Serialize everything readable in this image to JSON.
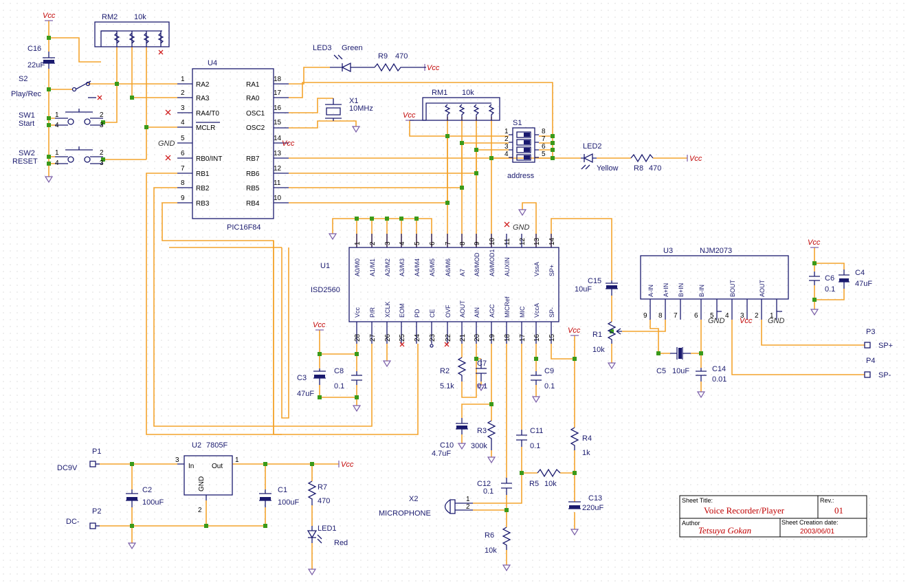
{
  "labels": {
    "vcc": "Vcc",
    "gnd": "GND",
    "rm2": {
      "ref": "RM2",
      "value": "10k"
    },
    "rm1": {
      "ref": "RM1",
      "value": "10k"
    },
    "c16": {
      "ref": "C16",
      "value": "22uF"
    },
    "s2": {
      "ref": "S2",
      "value": "Play/Rec"
    },
    "sw1": {
      "ref": "SW1",
      "value": "Start"
    },
    "sw2": {
      "ref": "SW2",
      "value": "RESET"
    },
    "led3": {
      "ref": "LED3",
      "value": "Green"
    },
    "r9": {
      "ref": "R9",
      "value": "470"
    },
    "x1": {
      "ref": "X1",
      "value": "10MHz"
    },
    "s1": {
      "ref": "S1",
      "value": "address"
    },
    "led2": {
      "ref": "LED2",
      "value": "Yellow"
    },
    "r8": {
      "ref": "R8",
      "value": "470"
    },
    "u4": {
      "ref": "U4",
      "value": "PIC16F84"
    },
    "u1": {
      "ref": "U1",
      "value": "ISD2560"
    },
    "u3": {
      "ref": "U3",
      "value": "NJM2073"
    },
    "u2": {
      "ref": "U2",
      "value": "7805F"
    },
    "c15": {
      "ref": "C15",
      "value": "10uF"
    },
    "r1": {
      "ref": "R1",
      "value": "10k"
    },
    "c5": {
      "ref": "C5",
      "value": "10uF"
    },
    "c14": {
      "ref": "C14",
      "value": "0.01"
    },
    "c6": {
      "ref": "C6",
      "value": "0.1"
    },
    "c4": {
      "ref": "C4",
      "value": "47uF"
    },
    "p3": {
      "ref": "P3",
      "value": "SP+"
    },
    "p4": {
      "ref": "P4",
      "value": "SP-"
    },
    "c3": {
      "ref": "C3",
      "value": "47uF"
    },
    "c8": {
      "ref": "C8",
      "value": "0.1"
    },
    "r2": {
      "ref": "R2",
      "value": "5.1k"
    },
    "c7": {
      "ref": "C7",
      "value": "0.1"
    },
    "c9": {
      "ref": "C9",
      "value": "0.1"
    },
    "c10": {
      "ref": "C10",
      "value": "4.7uF"
    },
    "r3": {
      "ref": "R3",
      "value": "300k"
    },
    "c11": {
      "ref": "C11",
      "value": "0.1"
    },
    "r4": {
      "ref": "R4",
      "value": "1k"
    },
    "c12": {
      "ref": "C12",
      "value": "0.1"
    },
    "r5": {
      "ref": "R5",
      "value": "10k"
    },
    "c13": {
      "ref": "C13",
      "value": "220uF"
    },
    "x2": {
      "ref": "X2",
      "value": "MICROPHONE"
    },
    "r6": {
      "ref": "R6",
      "value": "10k"
    },
    "p1": {
      "ref": "P1",
      "value": "DC9V"
    },
    "p2": {
      "ref": "P2",
      "value": "DC-"
    },
    "c2": {
      "ref": "C2",
      "value": "100uF"
    },
    "c1": {
      "ref": "C1",
      "value": "100uF"
    },
    "r7": {
      "ref": "R7",
      "value": "470"
    },
    "led1": {
      "ref": "LED1",
      "value": "Red"
    }
  },
  "u4_pins_left": [
    {
      "num": "1",
      "name": "RA2"
    },
    {
      "num": "2",
      "name": "RA3"
    },
    {
      "num": "3",
      "name": "RA4/T0"
    },
    {
      "num": "4",
      "name": "MCLR"
    },
    {
      "num": "5",
      "name": ""
    },
    {
      "num": "6",
      "name": "RB0/INT"
    },
    {
      "num": "7",
      "name": "RB1"
    },
    {
      "num": "8",
      "name": "RB2"
    },
    {
      "num": "9",
      "name": "RB3"
    }
  ],
  "u4_pins_right": [
    {
      "num": "18",
      "name": "RA1"
    },
    {
      "num": "17",
      "name": "RA0"
    },
    {
      "num": "16",
      "name": "OSC1"
    },
    {
      "num": "15",
      "name": "OSC2"
    },
    {
      "num": "14",
      "name": ""
    },
    {
      "num": "13",
      "name": "RB7"
    },
    {
      "num": "12",
      "name": "RB6"
    },
    {
      "num": "11",
      "name": "RB5"
    },
    {
      "num": "10",
      "name": "RB4"
    }
  ],
  "u1_pins_top": [
    {
      "num": "1",
      "name": "A0/M0"
    },
    {
      "num": "2",
      "name": "A1/M1"
    },
    {
      "num": "3",
      "name": "A2/M2"
    },
    {
      "num": "4",
      "name": "A3/M3"
    },
    {
      "num": "5",
      "name": "A4/M4"
    },
    {
      "num": "6",
      "name": "A5/M5"
    },
    {
      "num": "7",
      "name": "A6/M6"
    },
    {
      "num": "8",
      "name": "A7"
    },
    {
      "num": "9",
      "name": "A8/MOD"
    },
    {
      "num": "10",
      "name": "A9/MOD1"
    },
    {
      "num": "11",
      "name": "AUXIN"
    },
    {
      "num": "12",
      "name": ""
    },
    {
      "num": "13",
      "name": "VssA"
    },
    {
      "num": "14",
      "name": "SP+"
    }
  ],
  "u1_pins_bottom": [
    {
      "num": "28",
      "name": "Vcc"
    },
    {
      "num": "27",
      "name": "P/R"
    },
    {
      "num": "26",
      "name": "XCLK"
    },
    {
      "num": "25",
      "name": "EOM"
    },
    {
      "num": "24",
      "name": "PD"
    },
    {
      "num": "23",
      "name": "CE"
    },
    {
      "num": "22",
      "name": "OVF"
    },
    {
      "num": "21",
      "name": "AOUT"
    },
    {
      "num": "20",
      "name": "AIN"
    },
    {
      "num": "19",
      "name": "AGC"
    },
    {
      "num": "18",
      "name": "MICRef"
    },
    {
      "num": "17",
      "name": "MIC"
    },
    {
      "num": "16",
      "name": "VccA"
    },
    {
      "num": "15",
      "name": "SP-"
    }
  ],
  "u3_pins": [
    {
      "num": "9",
      "name": "A-IN"
    },
    {
      "num": "8",
      "name": "A+IN"
    },
    {
      "num": "7",
      "name": "B+IN"
    },
    {
      "num": "6",
      "name": "B-IN"
    },
    {
      "num": "5",
      "name": ""
    },
    {
      "num": "4",
      "name": "BOUT"
    },
    {
      "num": "3",
      "name": ""
    },
    {
      "num": "2",
      "name": "AOUT"
    },
    {
      "num": "1",
      "name": ""
    }
  ],
  "title_block": {
    "sheet_title_label": "Sheet Title:",
    "sheet_title": "Voice Recorder/Player",
    "rev_label": "Rev.:",
    "rev": "01",
    "author_label": "Author",
    "author": "Tetsuya  Gokan",
    "date_label": "Sheet Creation date:",
    "date": "2003/06/01"
  }
}
